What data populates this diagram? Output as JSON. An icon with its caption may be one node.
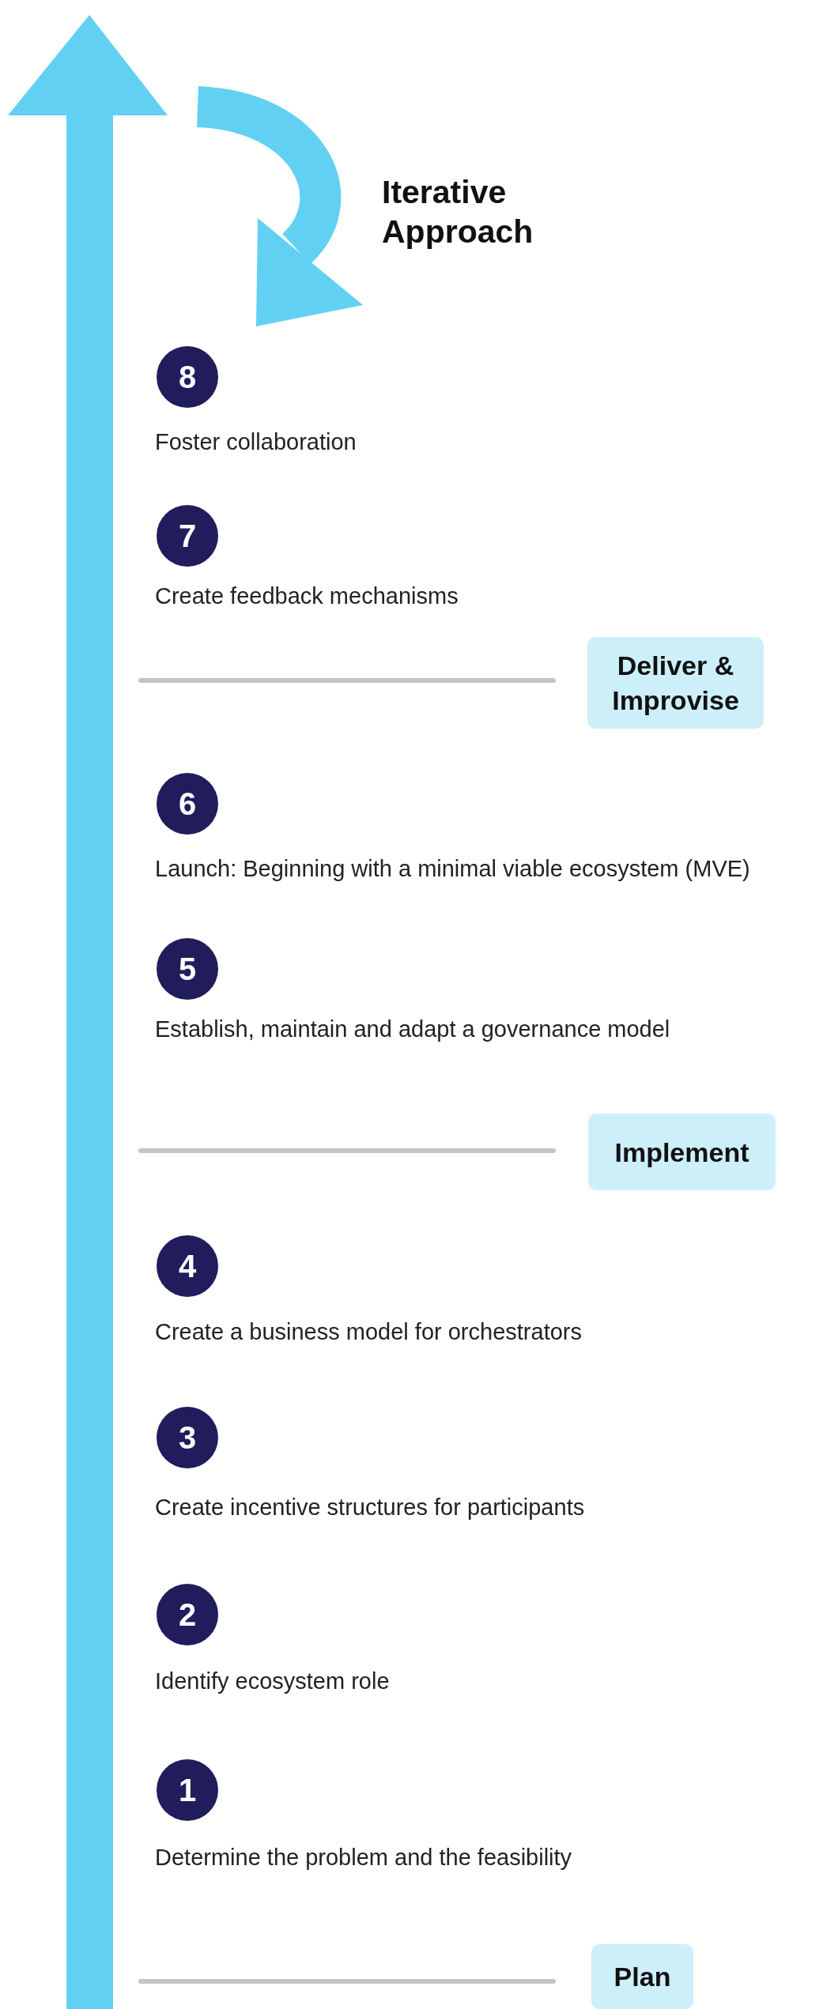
{
  "diagram": {
    "nodes": [
      {
        "text": [
          "8"
        ],
        "beside": [
          "Foster collaboration"
        ]
      },
      {
        "text": [
          "7"
        ],
        "beside": [
          "Create feedback mechanisms"
        ]
      },
      {
        "text": [
          "Deliver & Improvise"
        ]
      },
      {
        "text": [
          "6"
        ],
        "beside": [
          "Launch:  Beginning with a minimal viable ecosystem (MVE)"
        ]
      },
      {
        "text": [
          "5"
        ],
        "beside": [
          "Establish, maintain and adapt a governance model"
        ]
      },
      {
        "text": [
          "Implement"
        ]
      },
      {
        "text": [
          "4"
        ],
        "beside": [
          "Create a business model for orchestrators"
        ]
      },
      {
        "text": [
          "3"
        ],
        "beside": [
          "Create incentive structures for participants"
        ]
      },
      {
        "text": [
          "2"
        ],
        "beside": [
          "Identify ecosystem role"
        ]
      },
      {
        "text": [
          "1"
        ],
        "beside": [
          "Determine the problem and the feasibility"
        ]
      },
      {
        "text": [
          "Plan"
        ]
      }
    ],
    "edges": [],
    "labels": [
      "Iterative Approach"
    ]
  }
}
